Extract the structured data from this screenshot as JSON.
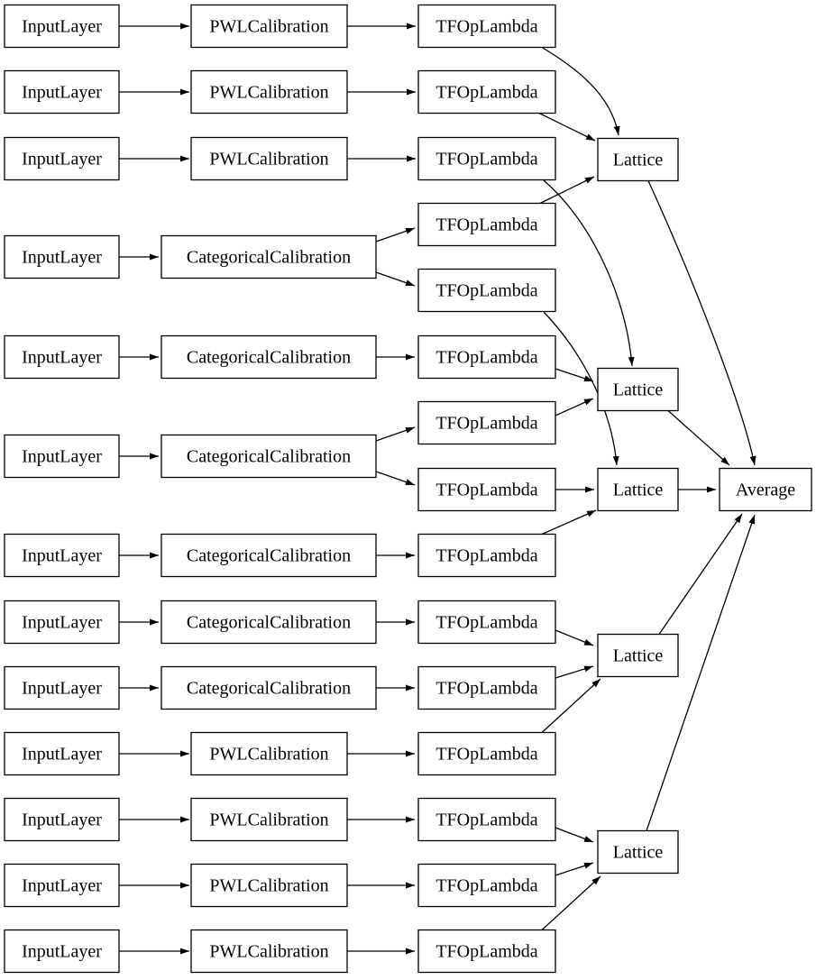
{
  "diagram": {
    "kind": "layered-model-graph",
    "background_color": "#ffffff",
    "node_fill": "#ffffff",
    "node_border_color": "#000000",
    "edge_color": "#000000",
    "text_color": "#000000",
    "nodes": {
      "input_1": {
        "label": "InputLayer"
      },
      "input_2": {
        "label": "InputLayer"
      },
      "input_3": {
        "label": "InputLayer"
      },
      "input_4": {
        "label": "InputLayer"
      },
      "input_5": {
        "label": "InputLayer"
      },
      "input_6": {
        "label": "InputLayer"
      },
      "input_7": {
        "label": "InputLayer"
      },
      "input_8": {
        "label": "InputLayer"
      },
      "input_9": {
        "label": "InputLayer"
      },
      "input_10": {
        "label": "InputLayer"
      },
      "input_11": {
        "label": "InputLayer"
      },
      "input_12": {
        "label": "InputLayer"
      },
      "input_13": {
        "label": "InputLayer"
      },
      "pwl_1": {
        "label": "PWLCalibration"
      },
      "pwl_2": {
        "label": "PWLCalibration"
      },
      "pwl_3": {
        "label": "PWLCalibration"
      },
      "cat_4": {
        "label": "CategoricalCalibration"
      },
      "cat_5": {
        "label": "CategoricalCalibration"
      },
      "cat_6": {
        "label": "CategoricalCalibration"
      },
      "cat_7": {
        "label": "CategoricalCalibration"
      },
      "cat_8": {
        "label": "CategoricalCalibration"
      },
      "cat_9": {
        "label": "CategoricalCalibration"
      },
      "pwl_10": {
        "label": "PWLCalibration"
      },
      "pwl_11": {
        "label": "PWLCalibration"
      },
      "pwl_12": {
        "label": "PWLCalibration"
      },
      "pwl_13": {
        "label": "PWLCalibration"
      },
      "tfop_1": {
        "label": "TFOpLambda"
      },
      "tfop_2": {
        "label": "TFOpLambda"
      },
      "tfop_3": {
        "label": "TFOpLambda"
      },
      "tfop_4a": {
        "label": "TFOpLambda"
      },
      "tfop_4b": {
        "label": "TFOpLambda"
      },
      "tfop_5": {
        "label": "TFOpLambda"
      },
      "tfop_6a": {
        "label": "TFOpLambda"
      },
      "tfop_6b": {
        "label": "TFOpLambda"
      },
      "tfop_7": {
        "label": "TFOpLambda"
      },
      "tfop_8": {
        "label": "TFOpLambda"
      },
      "tfop_9": {
        "label": "TFOpLambda"
      },
      "tfop_10": {
        "label": "TFOpLambda"
      },
      "tfop_11": {
        "label": "TFOpLambda"
      },
      "tfop_12": {
        "label": "TFOpLambda"
      },
      "tfop_13": {
        "label": "TFOpLambda"
      },
      "lattice_1": {
        "label": "Lattice"
      },
      "lattice_2": {
        "label": "Lattice"
      },
      "lattice_3": {
        "label": "Lattice"
      },
      "lattice_4": {
        "label": "Lattice"
      },
      "lattice_5": {
        "label": "Lattice"
      },
      "average": {
        "label": "Average"
      }
    },
    "edges": [
      {
        "from": "input_1",
        "to": "pwl_1"
      },
      {
        "from": "input_2",
        "to": "pwl_2"
      },
      {
        "from": "input_3",
        "to": "pwl_3"
      },
      {
        "from": "input_4",
        "to": "cat_4"
      },
      {
        "from": "input_5",
        "to": "cat_5"
      },
      {
        "from": "input_6",
        "to": "cat_6"
      },
      {
        "from": "input_7",
        "to": "cat_7"
      },
      {
        "from": "input_8",
        "to": "cat_8"
      },
      {
        "from": "input_9",
        "to": "cat_9"
      },
      {
        "from": "input_10",
        "to": "pwl_10"
      },
      {
        "from": "input_11",
        "to": "pwl_11"
      },
      {
        "from": "input_12",
        "to": "pwl_12"
      },
      {
        "from": "input_13",
        "to": "pwl_13"
      },
      {
        "from": "pwl_1",
        "to": "tfop_1"
      },
      {
        "from": "pwl_2",
        "to": "tfop_2"
      },
      {
        "from": "pwl_3",
        "to": "tfop_3"
      },
      {
        "from": "cat_4",
        "to": "tfop_4a"
      },
      {
        "from": "cat_4",
        "to": "tfop_4b"
      },
      {
        "from": "cat_5",
        "to": "tfop_5"
      },
      {
        "from": "cat_6",
        "to": "tfop_6a"
      },
      {
        "from": "cat_6",
        "to": "tfop_6b"
      },
      {
        "from": "cat_7",
        "to": "tfop_7"
      },
      {
        "from": "cat_8",
        "to": "tfop_8"
      },
      {
        "from": "cat_9",
        "to": "tfop_9"
      },
      {
        "from": "pwl_10",
        "to": "tfop_10"
      },
      {
        "from": "pwl_11",
        "to": "tfop_11"
      },
      {
        "from": "pwl_12",
        "to": "tfop_12"
      },
      {
        "from": "pwl_13",
        "to": "tfop_13"
      },
      {
        "from": "tfop_1",
        "to": "lattice_1"
      },
      {
        "from": "tfop_2",
        "to": "lattice_1"
      },
      {
        "from": "tfop_4a",
        "to": "lattice_1"
      },
      {
        "from": "tfop_3",
        "to": "lattice_2"
      },
      {
        "from": "tfop_5",
        "to": "lattice_2"
      },
      {
        "from": "tfop_6a",
        "to": "lattice_2"
      },
      {
        "from": "tfop_4b",
        "to": "lattice_3"
      },
      {
        "from": "tfop_6b",
        "to": "lattice_3"
      },
      {
        "from": "tfop_7",
        "to": "lattice_3"
      },
      {
        "from": "tfop_8",
        "to": "lattice_4"
      },
      {
        "from": "tfop_9",
        "to": "lattice_4"
      },
      {
        "from": "tfop_10",
        "to": "lattice_4"
      },
      {
        "from": "tfop_11",
        "to": "lattice_5"
      },
      {
        "from": "tfop_12",
        "to": "lattice_5"
      },
      {
        "from": "tfop_13",
        "to": "lattice_5"
      },
      {
        "from": "lattice_1",
        "to": "average"
      },
      {
        "from": "lattice_2",
        "to": "average"
      },
      {
        "from": "lattice_3",
        "to": "average"
      },
      {
        "from": "lattice_4",
        "to": "average"
      },
      {
        "from": "lattice_5",
        "to": "average"
      }
    ]
  }
}
